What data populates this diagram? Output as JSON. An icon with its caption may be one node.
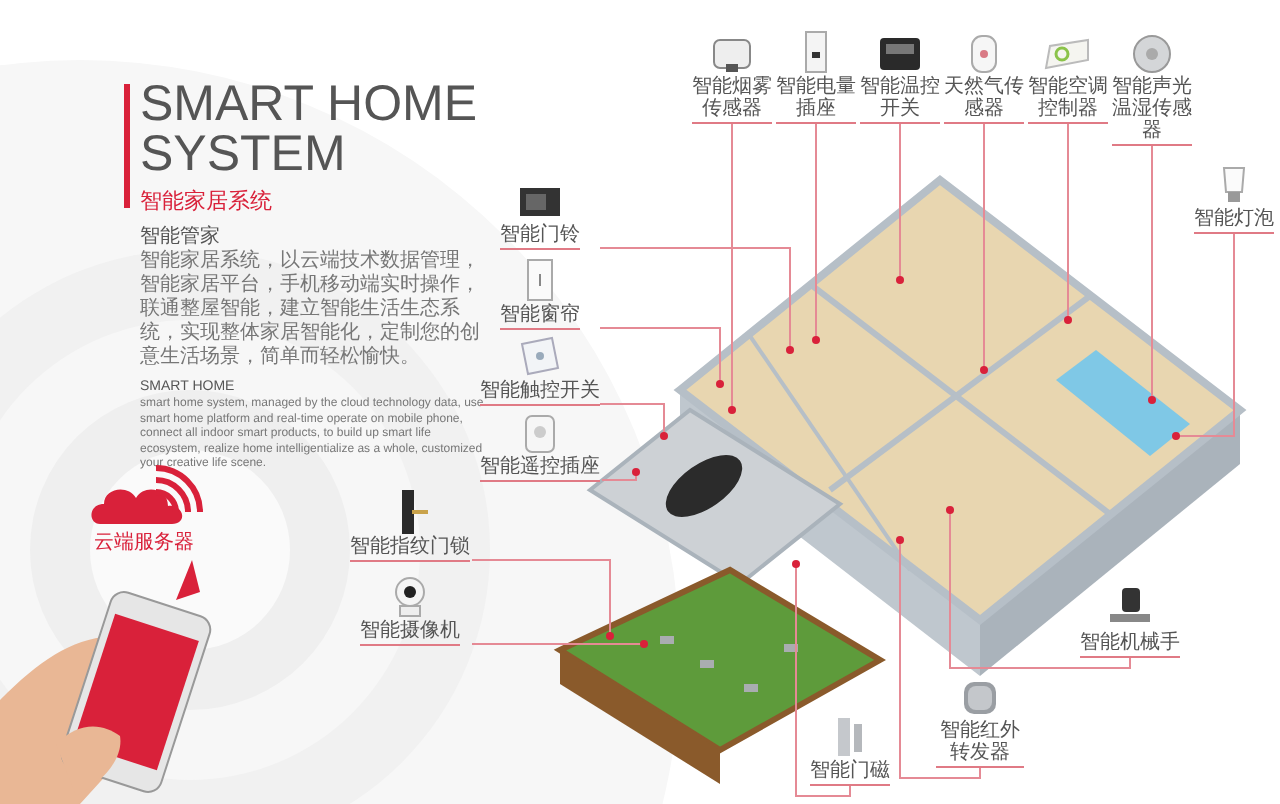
{
  "diagram": {
    "title": "SMART HOME SYSTEM",
    "nodes": [
      {
        "text": [
          "智能烟雾传感器"
        ]
      },
      {
        "text": [
          "智能电量插座"
        ]
      },
      {
        "text": [
          "智能温控开关"
        ]
      },
      {
        "text": [
          "天然气传感器"
        ]
      },
      {
        "text": [
          "智能空调控制器"
        ]
      },
      {
        "text": [
          "智能声光温湿传感器"
        ]
      },
      {
        "text": [
          "智能灯泡"
        ]
      },
      {
        "text": [
          "智能门铃"
        ]
      },
      {
        "text": [
          "智能窗帘"
        ]
      },
      {
        "text": [
          "智能触控开关"
        ]
      },
      {
        "text": [
          "智能遥控插座"
        ]
      },
      {
        "text": [
          "智能指纹门锁"
        ]
      },
      {
        "text": [
          "智能摄像机"
        ]
      },
      {
        "text": [
          "智能门磁"
        ]
      },
      {
        "text": [
          "智能红外转发器"
        ]
      },
      {
        "text": [
          "智能机械手"
        ]
      },
      {
        "text": [
          "云端服务器"
        ]
      }
    ],
    "edges": [
      {
        "from": 0,
        "to": null,
        "arrow": "other"
      },
      {
        "from": 1,
        "to": null,
        "arrow": "other"
      },
      {
        "from": 2,
        "to": null,
        "arrow": "other"
      },
      {
        "from": 3,
        "to": null,
        "arrow": "other"
      },
      {
        "from": 4,
        "to": null,
        "arrow": "other"
      },
      {
        "from": 5,
        "to": null,
        "arrow": "other"
      },
      {
        "from": 6,
        "to": null,
        "arrow": "other"
      },
      {
        "from": 7,
        "to": null,
        "arrow": "other"
      },
      {
        "from": 8,
        "to": null,
        "arrow": "other"
      },
      {
        "from": 9,
        "to": null,
        "arrow": "other"
      },
      {
        "from": 10,
        "to": null,
        "arrow": "other"
      },
      {
        "from": 11,
        "to": null,
        "arrow": "other"
      },
      {
        "from": 12,
        "to": null,
        "arrow": "other"
      },
      {
        "from": 13,
        "to": null,
        "arrow": "other"
      },
      {
        "from": 14,
        "to": null,
        "arrow": "other"
      },
      {
        "from": 15,
        "to": null,
        "arrow": "other"
      }
    ],
    "labels": [
      "智能家居系统",
      "智能管家",
      "智能家居系统，以云端技术数据管理，智能家居平台，手机移动端实时操作，联通整屋智能，建立智能生活生态系统，实现整体家居智能化，定制您的创意生活场景，简单而轻松愉快。",
      "SMART HOME",
      "smart home system, managed by the cloud technology data, use smart home platform and real-time operate on mobile phone, connect all indoor smart products, to build up smart life ecosystem, realize home intelligentialize as a whole, customized your creative life scene."
    ]
  }
}
